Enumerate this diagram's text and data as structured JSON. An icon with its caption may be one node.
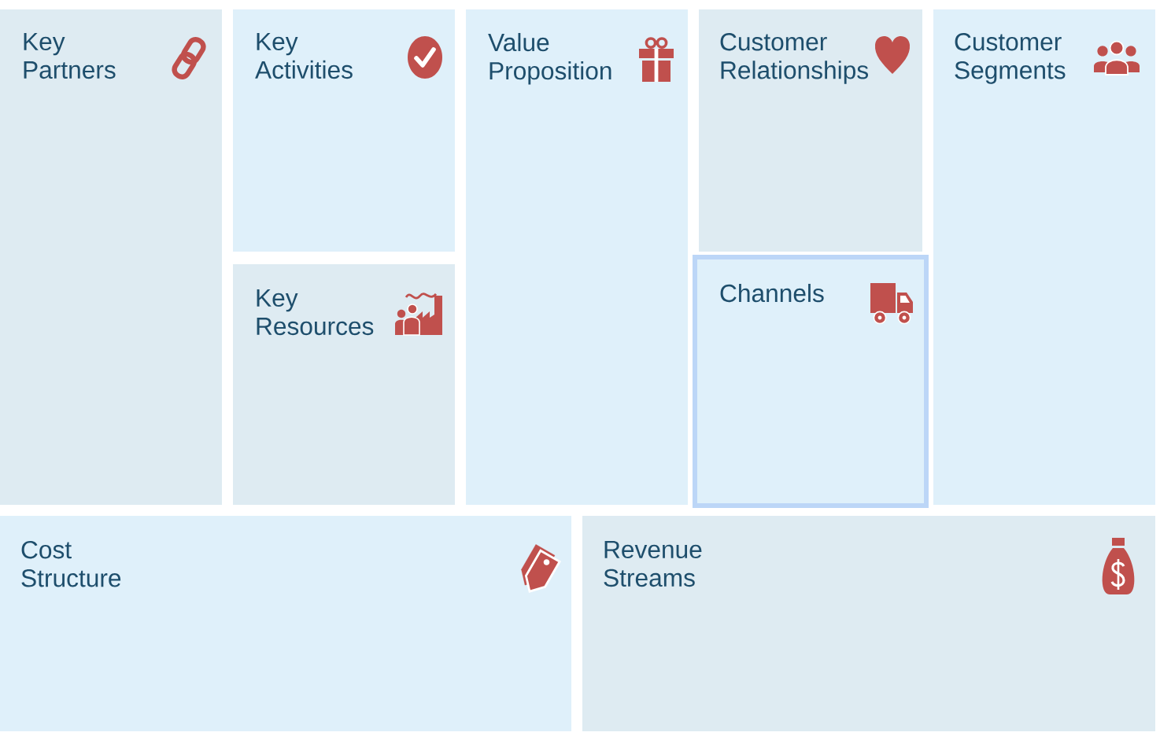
{
  "diagram": {
    "nodes": [
      {
        "text": [
          "Key Partners"
        ]
      },
      {
        "text": [
          "Key Activities"
        ]
      },
      {
        "text": [
          "Key Resources"
        ]
      },
      {
        "text": [
          "Value Proposition"
        ]
      },
      {
        "text": [
          "Customer Relationships"
        ]
      },
      {
        "text": [
          "Channels"
        ]
      },
      {
        "text": [
          "Customer Segments"
        ]
      },
      {
        "text": [
          "Cost Structure"
        ]
      },
      {
        "text": [
          "Revenue Streams"
        ]
      }
    ]
  }
}
